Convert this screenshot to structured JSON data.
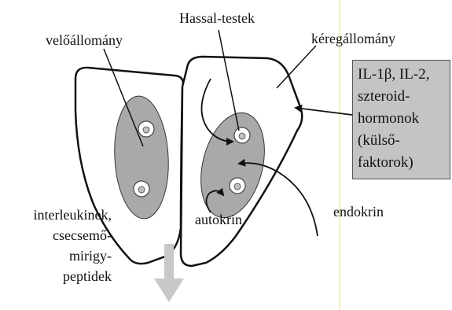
{
  "colors": {
    "lobe_stroke": "#111111",
    "medulla_fill": "#a9a9a9",
    "factor_box_fill": "#c4c4c4",
    "output_arrow_fill": "#c8c8c8",
    "guide_line": "#f3eec0"
  },
  "labels": {
    "medulla": "velőállomány",
    "hassall": "Hassal-testek",
    "cortex": "kéregállomány",
    "endocrine": "endokrin",
    "autocrine": "autokrin",
    "products": [
      "interleukinek,",
      "csecsemő-",
      "mirigy-",
      "peptidek"
    ]
  },
  "factor_box": {
    "lines": [
      "IL-1β, IL-2,",
      "szteroid-",
      "hormonok",
      "(külső-",
      "faktorok)"
    ]
  }
}
